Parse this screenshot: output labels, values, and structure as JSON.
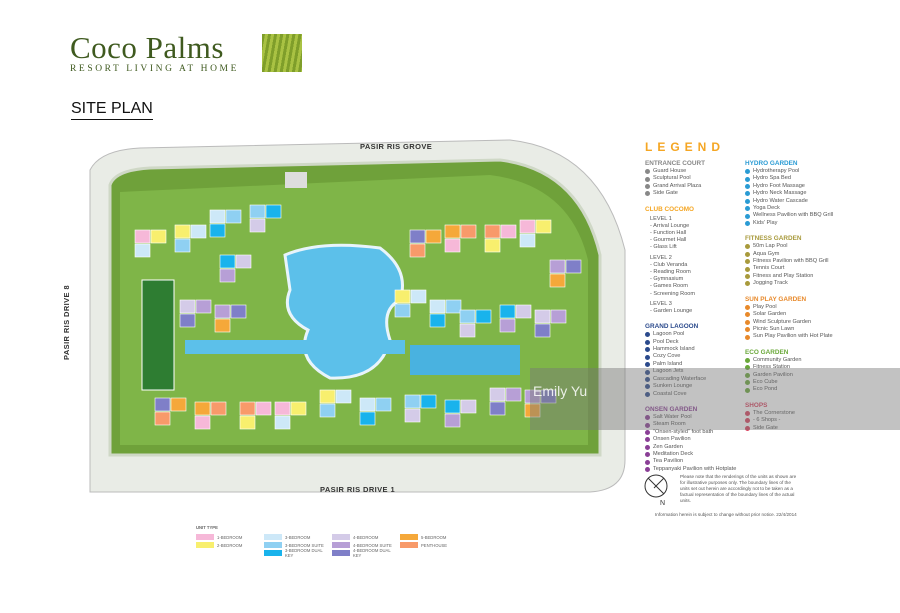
{
  "brand": {
    "name": "Coco Palms",
    "tagline": "RESORT LIVING AT HOME"
  },
  "title": "SITE PLAN",
  "roads": {
    "north": "PASIR RIS GROVE",
    "west": "PASIR RIS DRIVE 8",
    "south": "PASIR RIS DRIVE 1"
  },
  "legend": {
    "title": "LEGEND",
    "col1": [
      {
        "title": "ENTRANCE COURT",
        "color": "#888888",
        "items": [
          "Guard House",
          "Sculptural Pool",
          "Grand Arrival Plaza",
          "Side Gate"
        ]
      },
      {
        "title": "CLUB COCOMO",
        "color": "#f5a623",
        "levels": [
          {
            "label": "LEVEL 1",
            "items": [
              "- Arrival Lounge",
              "- Function Hall",
              "- Gourmet Hall",
              "- Glass Lift"
            ]
          },
          {
            "label": "LEVEL 2",
            "items": [
              "- Club Veranda",
              "- Reading Room",
              "- Gymnasium",
              "- Games Room",
              "- Screening Room"
            ]
          },
          {
            "label": "LEVEL 3",
            "items": [
              "- Garden Lounge"
            ]
          }
        ]
      },
      {
        "title": "GRAND LAGOON",
        "color": "#2b4a8c",
        "items": [
          "Lagoon Pool",
          "Pool Deck",
          "Hammock Island",
          "Cozy Cove",
          "Palm Island",
          "Lagoon Jets",
          "Cascading Waterface",
          "Sunken Lounge",
          "Coastal Cove"
        ]
      },
      {
        "title": "ONSEN GARDEN",
        "color": "#8a3f96",
        "items": [
          "Salt Water Pool",
          "Steam Room",
          "\"Onsen-styled\" foot bath",
          "Onsen Pavilion",
          "Zen Garden",
          "Meditation Deck",
          "Tea Pavilion",
          "Teppanyaki Pavilion with Hotplate"
        ]
      }
    ],
    "col2": [
      {
        "title": "HYDRO GARDEN",
        "color": "#2a9bd4",
        "items": [
          "Hydrotherapy Pool",
          "Hydro Spa Bed",
          "Hydro Foot Massage",
          "Hydro Neck Massage",
          "Hydro Water Cascade",
          "Yoga Deck",
          "Wellness Pavilion with BBQ Grill",
          "Kids' Play"
        ]
      },
      {
        "title": "FITNESS GARDEN",
        "color": "#a89a3c",
        "items": [
          "50m Lap Pool",
          "Aqua Gym",
          "Fitness Pavilion with BBQ Grill",
          "Tennis Court",
          "Fitness and Play Station",
          "Jogging Track"
        ]
      },
      {
        "title": "SUN PLAY GARDEN",
        "color": "#e8892a",
        "items": [
          "Play Pool",
          "Solar Garden",
          "Wind Sculpture Garden",
          "Picnic Sun Lawn",
          "Sun Play Pavilion with Hot Plate"
        ]
      },
      {
        "title": "ECO GARDEN",
        "color": "#6aa83a",
        "items": [
          "Community Garden",
          "Fitness Station",
          "Garden Pavilion",
          "Eco Cube",
          "Eco Pond"
        ]
      },
      {
        "title": "SHOPS",
        "color": "#d9415e",
        "items": [
          "The Cornerstone",
          "- 6 Shops -",
          "Side Gate"
        ]
      }
    ]
  },
  "note": "Please note that the renderings of the units as shown are for illustrative purposes only. The boundary lines of the units set out herein are accordingly not to be taken as a factual representation of the boundary lines of the actual units.",
  "info": "Information herein is subject to change without prior notice. 22/4/2014",
  "compass_label": "N",
  "unit_type": {
    "title": "UNIT TYPE",
    "items": [
      {
        "label": "1-BEDROOM",
        "color": "#f6b8d8"
      },
      {
        "label": "2-BEDROOM",
        "color": "#f8ef6e"
      },
      {
        "label": "",
        "color": ""
      },
      {
        "label": "3-BEDROOM",
        "color": "#cde8f8"
      },
      {
        "label": "3-BEDROOM SUITE",
        "color": "#8fd0f2"
      },
      {
        "label": "3-BEDROOM DUAL KEY",
        "color": "#19b3ec"
      },
      {
        "label": "4-BEDROOM",
        "color": "#d4cbe8"
      },
      {
        "label": "4-BEDROOM SUITE",
        "color": "#b79fd6"
      },
      {
        "label": "4-BEDROOM DUAL KEY",
        "color": "#7f7fc8"
      },
      {
        "label": "5-BEDROOM",
        "color": "#f5a83a"
      },
      {
        "label": "PENTHOUSE",
        "color": "#f89a6a"
      },
      {
        "label": "",
        "color": ""
      }
    ]
  },
  "watermark": "Emily Yu"
}
